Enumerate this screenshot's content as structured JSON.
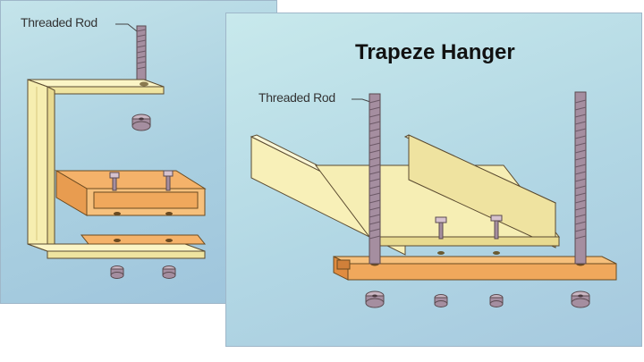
{
  "left_diagram": {
    "rod_label": "Threaded Rod"
  },
  "right_diagram": {
    "title": "Trapeze Hanger",
    "rod_label": "Threaded Rod"
  },
  "colors": {
    "bracket": "#f6eeb0",
    "plate": "#f0b56a",
    "rod": "#a58ea0",
    "outline": "#5a4a30",
    "background": "#b4d8e4"
  }
}
